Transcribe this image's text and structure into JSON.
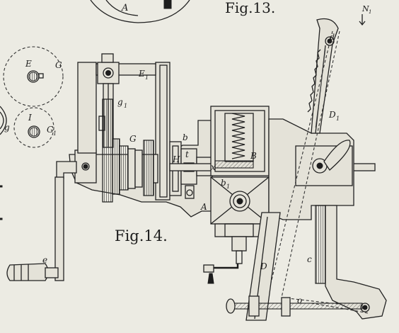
{
  "captions": {
    "fig13": "Fig.13.",
    "fig14": "Fig.14."
  },
  "letters": {
    "A_top": "A",
    "N1": "N",
    "N1_sub": "1",
    "E": "E",
    "G_left": "G",
    "g": "g",
    "I": "I",
    "G1": "G",
    "G1_sub": "1",
    "E1": "E",
    "E1_sub": "1",
    "g1": "g",
    "g1_sub": "1",
    "G_mid": "G",
    "H": "H",
    "b": "b",
    "t": "t",
    "x": "x",
    "B": "B",
    "b1": "b",
    "b1_sub": "1",
    "C": "C",
    "A_mid": "A",
    "e_left": "e",
    "D": "D",
    "D1": "D",
    "D1_sub": "1",
    "c": "c",
    "d": "d",
    "o": "o"
  }
}
